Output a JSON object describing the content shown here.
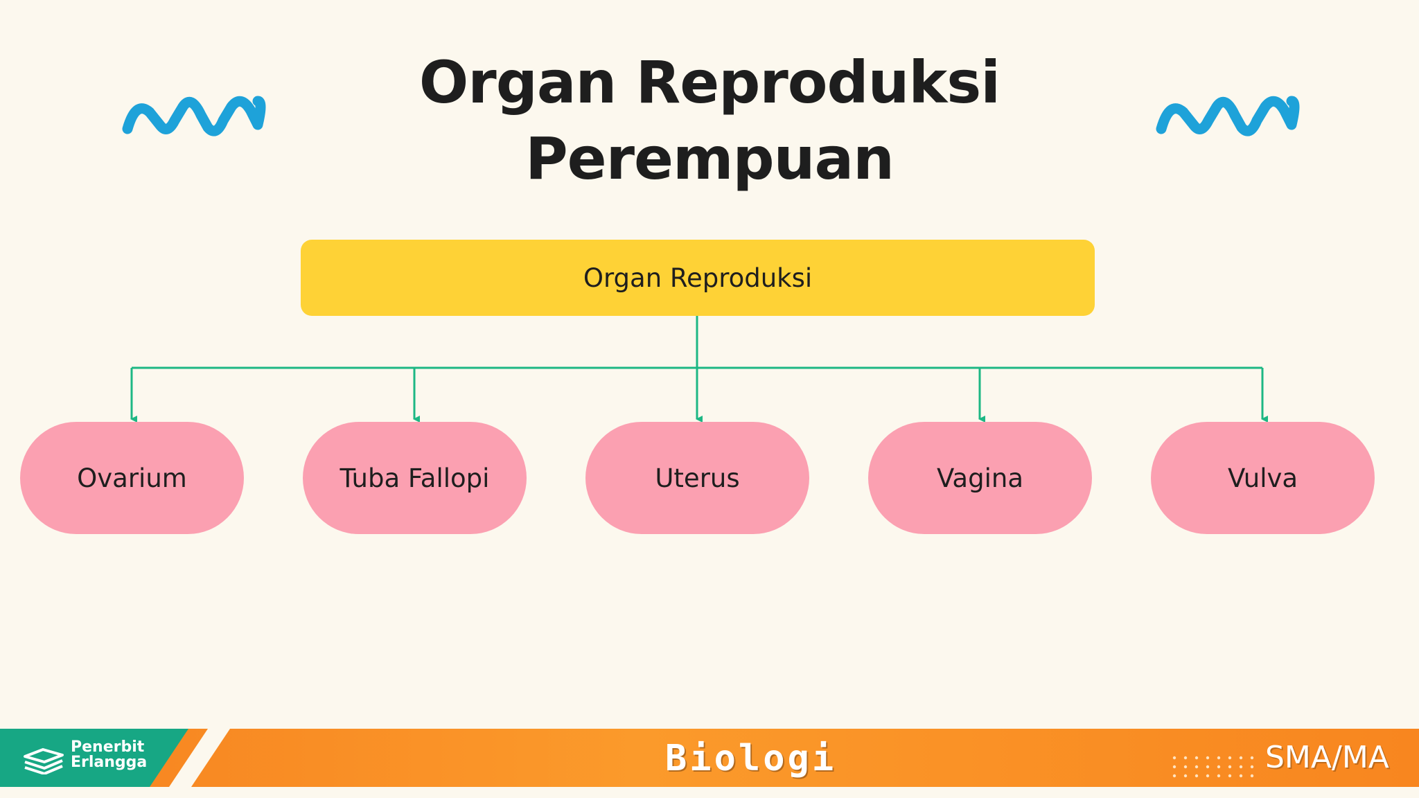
{
  "title": {
    "line1": "Organ Reproduksi",
    "line2": "Perempuan"
  },
  "diagram": {
    "root": "Organ Reproduksi",
    "children": [
      "Ovarium",
      "Tuba Fallopi",
      "Uterus",
      "Vagina",
      "Vulva"
    ]
  },
  "footer": {
    "publisher_line1": "Penerbit",
    "publisher_line2": "Erlangga",
    "subject": "Biologi",
    "level": "SMA/MA"
  },
  "colors": {
    "background": "#fcf8ee",
    "root_fill": "#fed236",
    "leaf_fill": "#fba0b1",
    "connector": "#1db784",
    "zigzag": "#1ea2d9",
    "footer_orange": "#f7821f",
    "footer_teal": "#17a784"
  }
}
